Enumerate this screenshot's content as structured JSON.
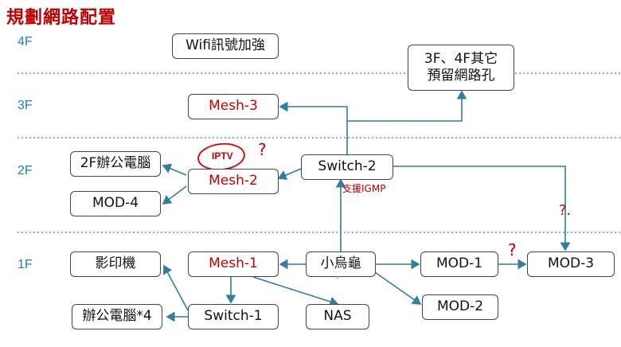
{
  "title": "規劃網路配置",
  "floors": {
    "f4": "4F",
    "f3": "3F",
    "f2": "2F",
    "f1": "1F"
  },
  "nodes": {
    "wifi": "Wifi訊號加強",
    "reserved_line1": "3F、4F其它",
    "reserved_line2": "預留網路孔",
    "mesh3": "Mesh-3",
    "office2f": "2F辦公電腦",
    "mesh2": "Mesh-2",
    "switch2": "Switch-2",
    "mod4": "MOD-4",
    "copier": "影印機",
    "mesh1": "Mesh-1",
    "turtle": "小烏龜",
    "mod1": "MOD-1",
    "mod3": "MOD-3",
    "office4": "辦公電腦*4",
    "switch1": "Switch-1",
    "nas": "NAS",
    "mod2": "MOD-2"
  },
  "annotations": {
    "iptv": "IPTV",
    "igmp": "支援IGMP",
    "question": "?",
    "question_hook": "?."
  },
  "colors": {
    "title": "#c00000",
    "line": "#2e7fa0",
    "floor_label": "#1f7fb3",
    "dotted": "#2e86b8"
  }
}
